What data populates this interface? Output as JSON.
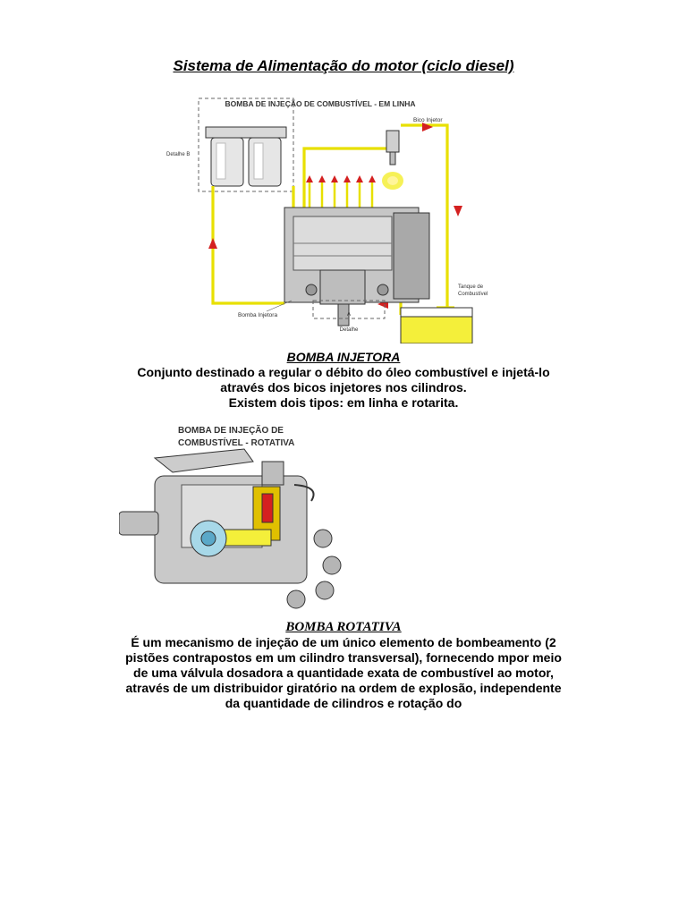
{
  "doc": {
    "title": "Sistema de Alimentação do motor (ciclo diesel)"
  },
  "figure1": {
    "heading": "BOMBA DE INJEÇÃO DE COMBUSTÍVEL - EM LINHA",
    "labels": {
      "bico_injetor": "Bico Injetor",
      "detalhe_b": "Detalhe B",
      "tanque_line1": "Tanque de",
      "tanque_line2": "Combustível",
      "bomba_injetora": "Bomba Injetora",
      "a": "A",
      "detalhe": "Detalhe"
    },
    "colors": {
      "fuel_line": "#e8e000",
      "arrow": "#d42020"
    }
  },
  "section1": {
    "heading": "BOMBA INJETORA",
    "lines": [
      "Conjunto destinado a regular o débito do óleo combustível e injetá-lo",
      "através dos bicos injetores nos cilindros.",
      "Existem dois tipos: em linha e rotarita."
    ]
  },
  "figure2": {
    "heading_line1": "BOMBA DE INJEÇÃO DE",
    "heading_line2": "COMBUSTÍVEL - ROTATIVA"
  },
  "section2": {
    "heading": "BOMBA ROTATIVA",
    "lines": [
      "É um mecanismo de injeção de um único elemento de bombeamento (2",
      "pistões contrapostos em um cilindro transversal), fornecendo mpor meio",
      "de uma válvula dosadora a quantidade exata de combustível ao motor,",
      "através de um distribuidor giratório na ordem de explosão, independente",
      "da quantidade de cilindros e rotação do"
    ]
  }
}
